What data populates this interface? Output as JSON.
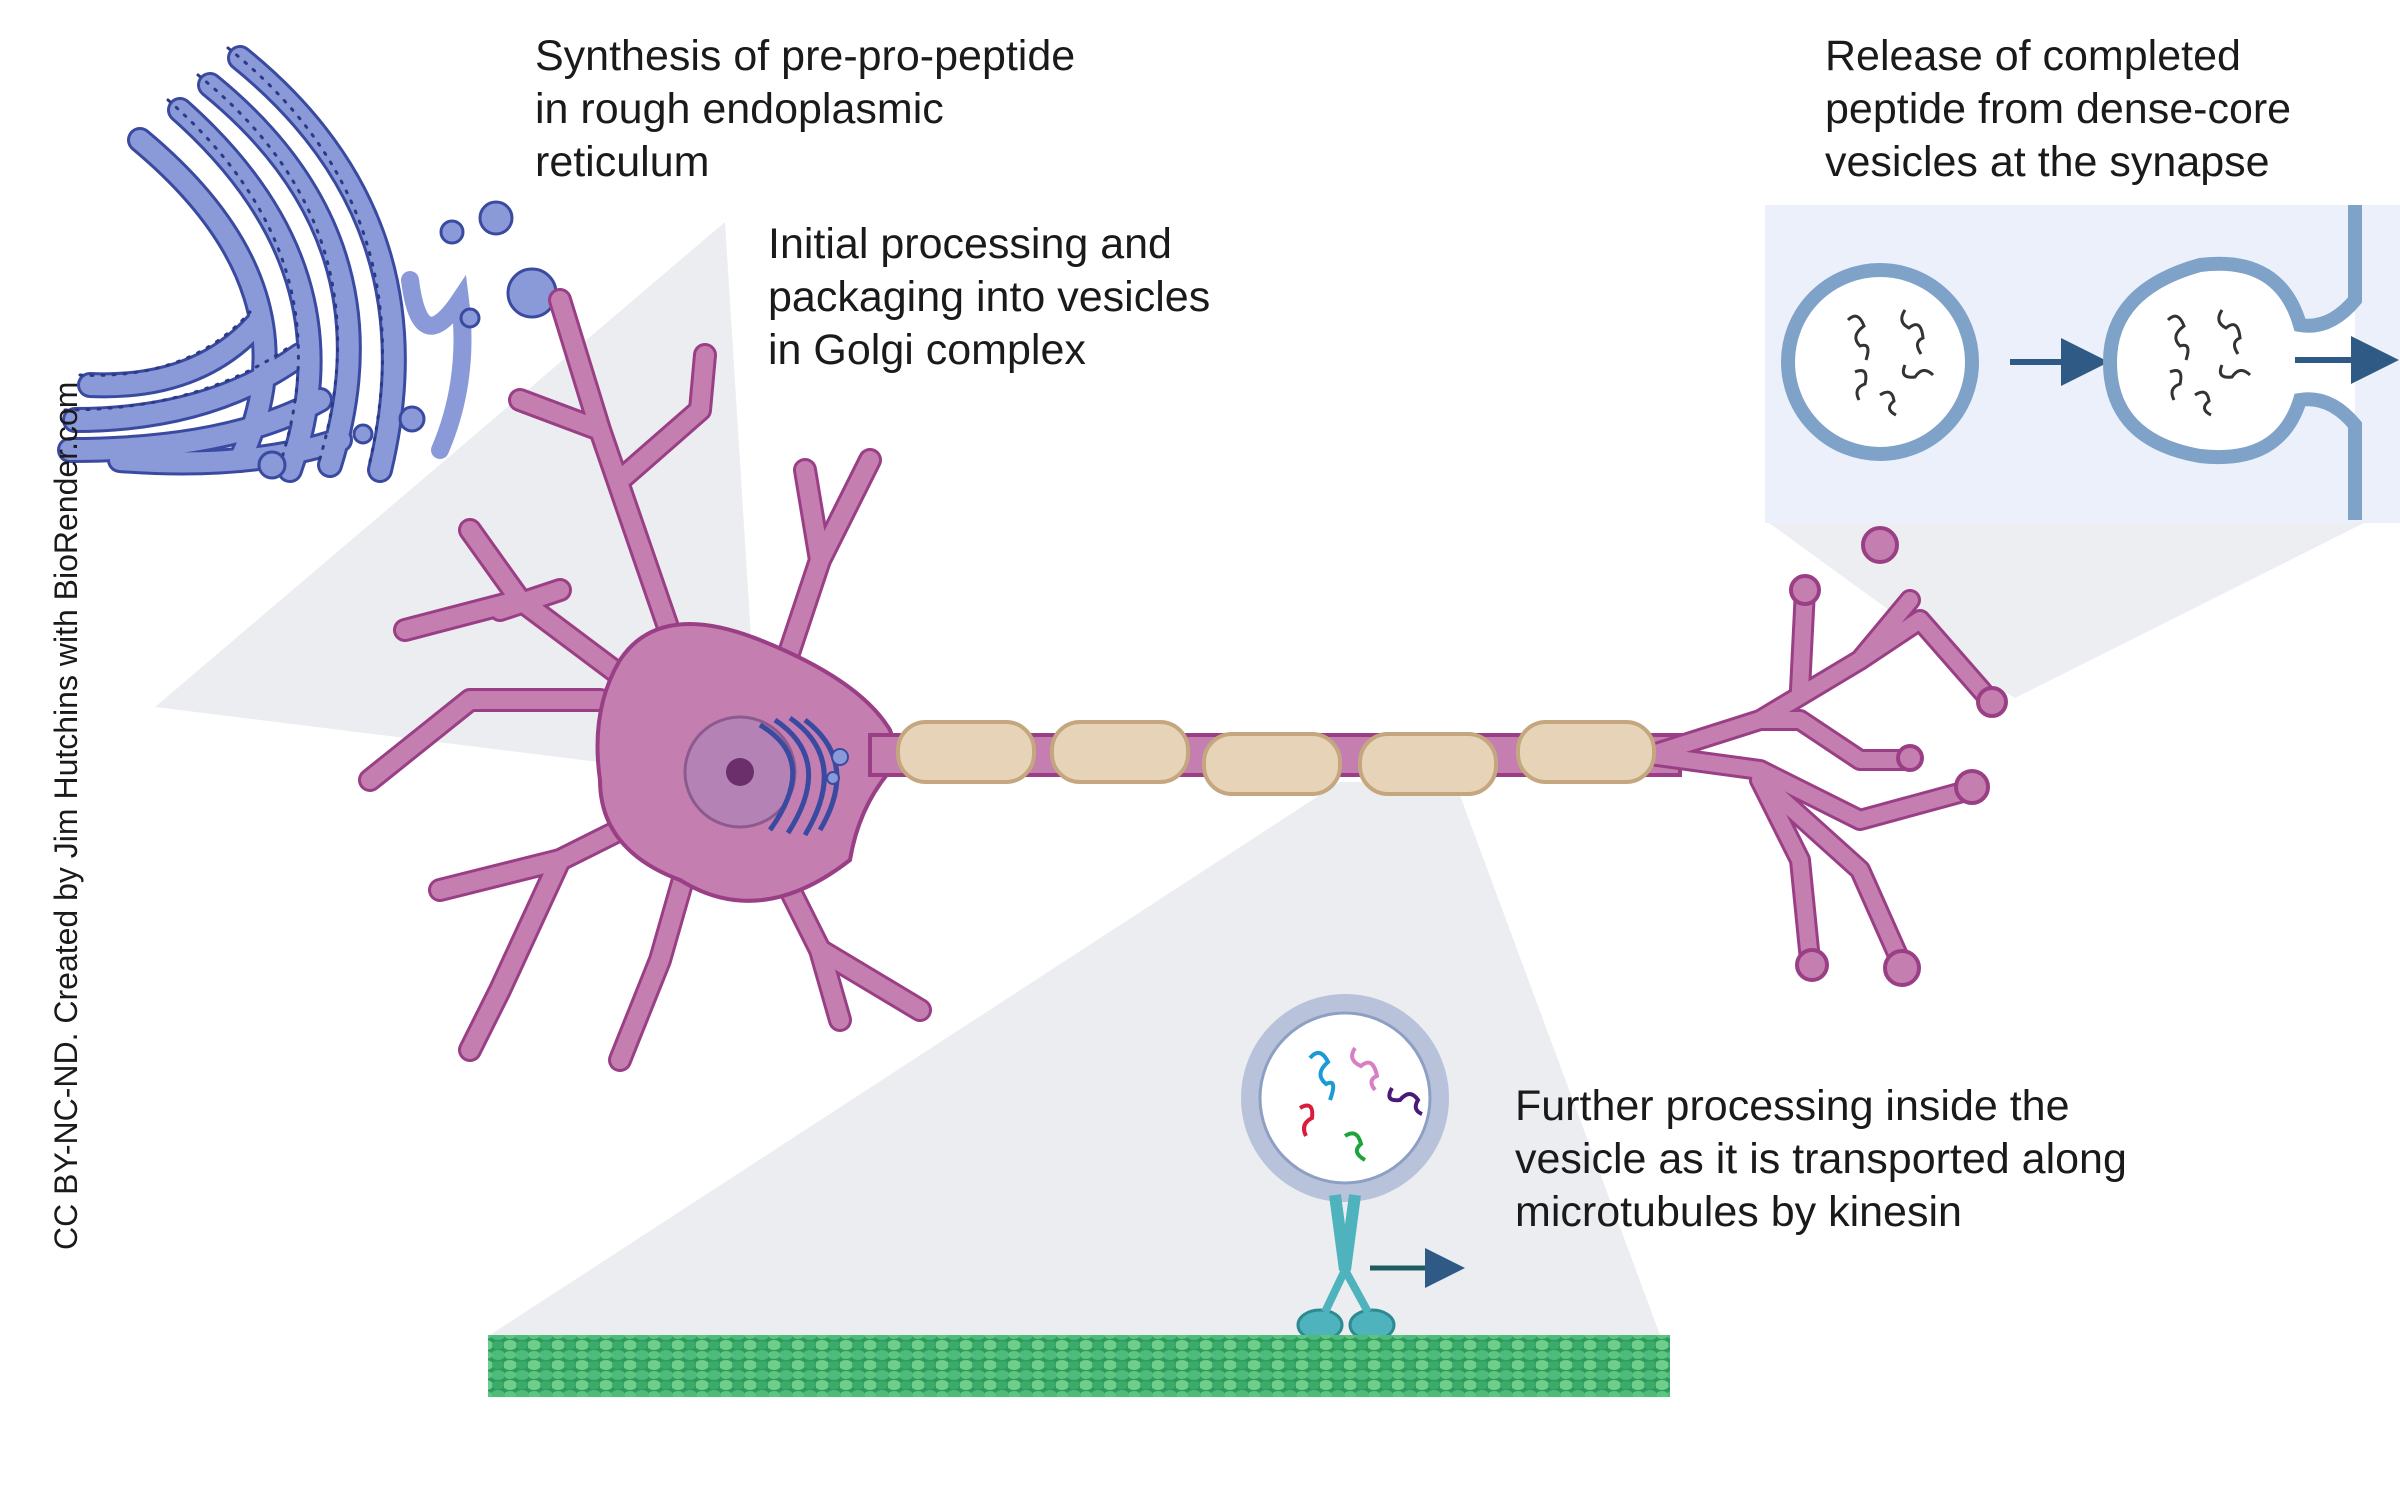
{
  "labels": {
    "rer": [
      "Synthesis of pre-pro-peptide",
      "in rough endoplasmic",
      "reticulum"
    ],
    "golgi": [
      "Initial processing and",
      "packaging into vesicles",
      "in Golgi complex"
    ],
    "release": [
      "Release of completed",
      "peptide from dense-core",
      "vesicles at the synapse"
    ],
    "transport": [
      "Further processing inside the",
      "vesicle as it is transported along",
      "microtubules by kinesin"
    ]
  },
  "credit": "CC BY-NC-ND. Created by Jim Hutchins with BioRender.com",
  "colors": {
    "neuron": "#c47fb0",
    "neuron_outline": "#9a3f86",
    "myelin": "#e6d3b8",
    "er": "#8a9ad8",
    "callout": "#e9eaef",
    "vesicle": "#7fa2c8",
    "microtubule": "#3aa46a",
    "kinesin": "#4fb3bd"
  }
}
